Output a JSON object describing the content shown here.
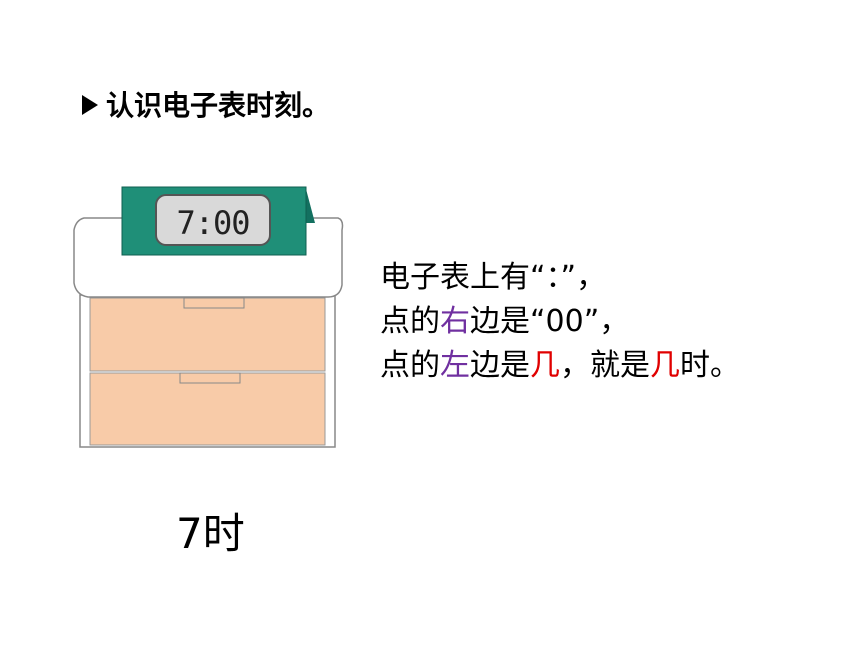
{
  "slide": {
    "title": "认识电子表时刻。",
    "clock_display": "7:00",
    "explanation": {
      "line1": "电子表上有“：”，",
      "line2_pre": "点的",
      "line2_color": "右",
      "line2_post": "边是“00”，",
      "line3_pre": "点的",
      "line3_left": "左",
      "line3_mid": "边是",
      "line3_ji1": "几",
      "line3_mid2": "，就是",
      "line3_ji2": "几",
      "line3_end": "时。"
    },
    "caption": "7时"
  },
  "colors": {
    "sign": "#1f8f78",
    "drawer": "#f8cba8",
    "display": "#d9d9d9",
    "emphasis_purple": "#7030a0",
    "emphasis_red": "#e00000"
  }
}
